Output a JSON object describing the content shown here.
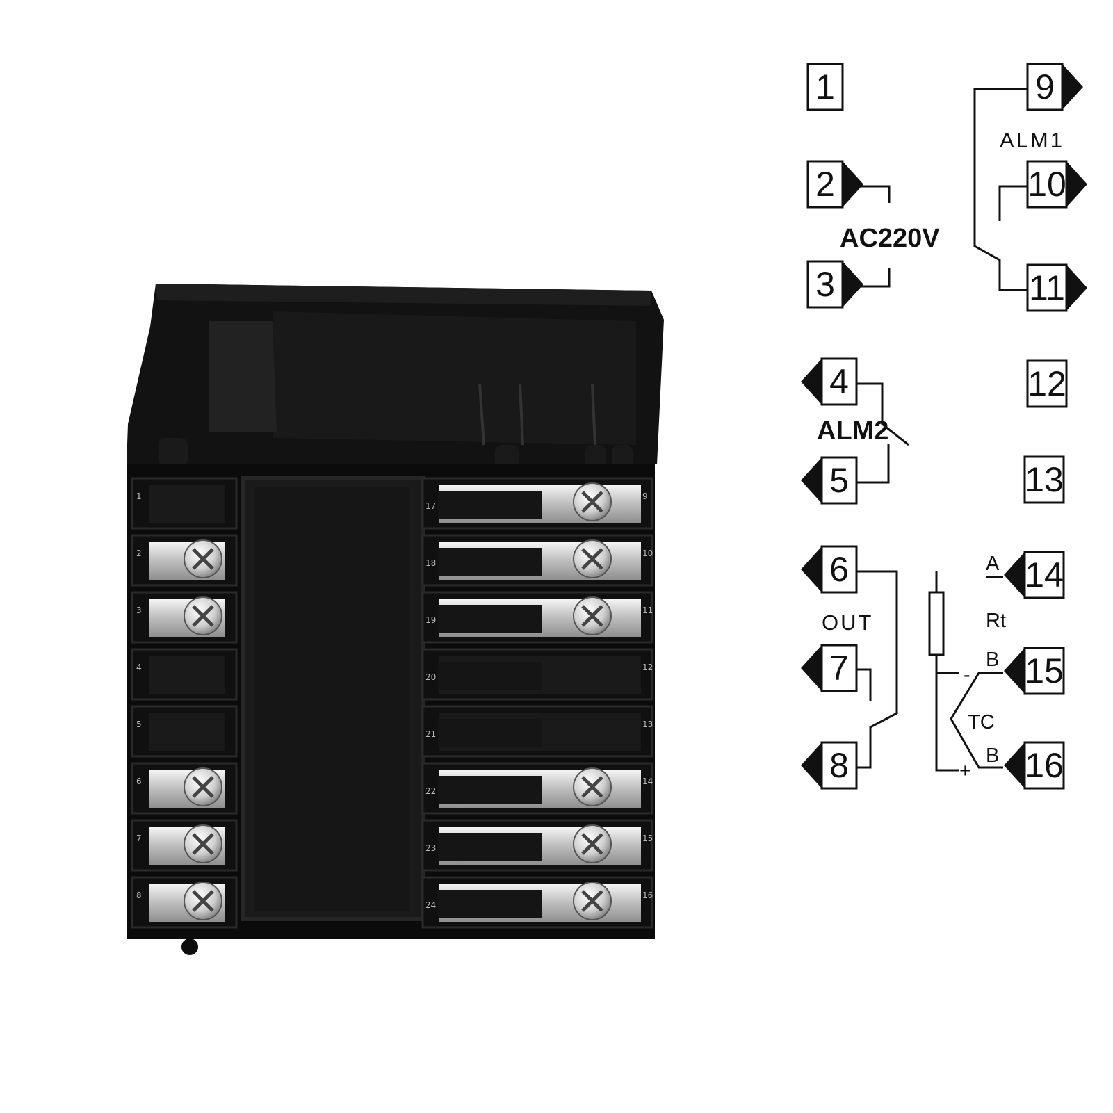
{
  "terminals": [
    {
      "id": 1,
      "label": "1",
      "arrow": "none"
    },
    {
      "id": 2,
      "label": "2",
      "arrow": "right"
    },
    {
      "id": 3,
      "label": "3",
      "arrow": "right"
    },
    {
      "id": 4,
      "label": "4",
      "arrow": "left"
    },
    {
      "id": 5,
      "label": "5",
      "arrow": "left"
    },
    {
      "id": 6,
      "label": "6",
      "arrow": "left"
    },
    {
      "id": 7,
      "label": "7",
      "arrow": "left"
    },
    {
      "id": 8,
      "label": "8",
      "arrow": "left"
    },
    {
      "id": 9,
      "label": "9",
      "arrow": "right"
    },
    {
      "id": 10,
      "label": "10",
      "arrow": "right"
    },
    {
      "id": 11,
      "label": "11",
      "arrow": "right"
    },
    {
      "id": 12,
      "label": "12",
      "arrow": "none"
    },
    {
      "id": 13,
      "label": "13",
      "arrow": "none"
    },
    {
      "id": 14,
      "label": "14",
      "arrow": "left"
    },
    {
      "id": 15,
      "label": "15",
      "arrow": "left"
    },
    {
      "id": 16,
      "label": "16",
      "arrow": "left"
    }
  ],
  "labels": {
    "power": "AC220V",
    "alarm1": "ALM1",
    "alarm2": "ALM2",
    "output": "OUT",
    "rtd": "Rt",
    "thermocouple": "TC",
    "a": "A",
    "b_upper": "B",
    "b_lower": "B",
    "minus": "-",
    "plus": "+"
  },
  "connections": [
    {
      "group": "power",
      "terminals": [
        2,
        3
      ]
    },
    {
      "group": "alarm1",
      "terminals": [
        9,
        10,
        11
      ]
    },
    {
      "group": "alarm2",
      "terminals": [
        4,
        5
      ]
    },
    {
      "group": "output",
      "terminals": [
        6,
        7,
        8
      ]
    },
    {
      "group": "sensor",
      "terminals": [
        14,
        15,
        16
      ]
    }
  ],
  "device": {
    "left_terminal_numbers": [
      "1",
      "2",
      "3",
      "4",
      "5",
      "6",
      "7",
      "8"
    ],
    "right_terminal_numbers": [
      "9",
      "10",
      "11",
      "12",
      "13",
      "14",
      "15",
      "16"
    ],
    "inner_terminal_numbers": [
      "17",
      "18",
      "19",
      "20",
      "21",
      "22",
      "23",
      "24"
    ],
    "left_screws": [
      false,
      true,
      true,
      false,
      false,
      true,
      true,
      true
    ],
    "right_screws": [
      true,
      true,
      true,
      false,
      false,
      true,
      true,
      true
    ],
    "colors": {
      "housing": "#0d0d0d",
      "metal": "#cfcfcf",
      "screw": "#e4e4e4"
    }
  }
}
